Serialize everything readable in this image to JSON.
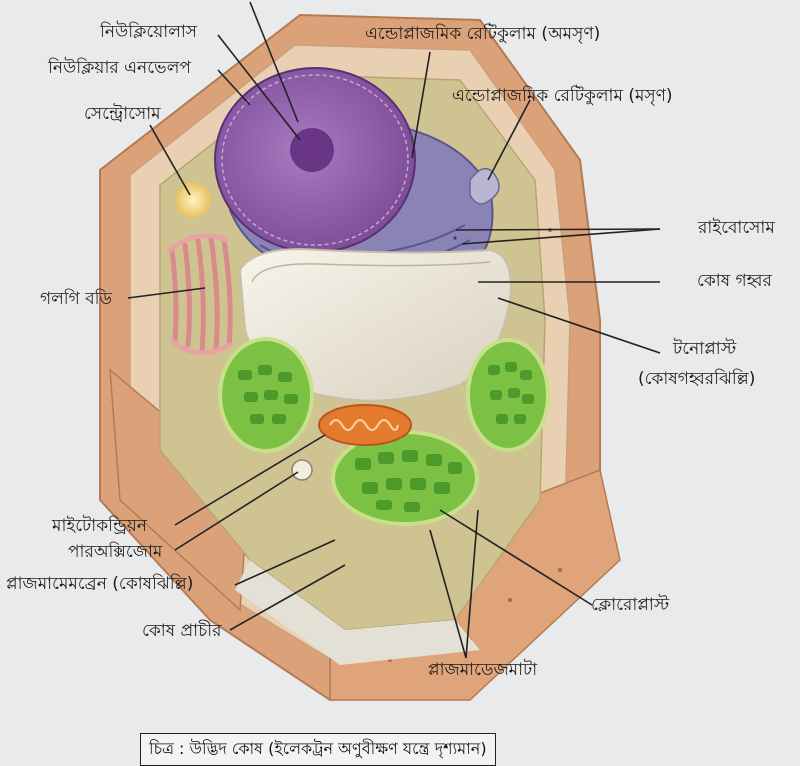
{
  "labels": {
    "nucleolus": "নিউক্লিয়োলাস",
    "nuclear_envelope": "নিউক্লিয়ার এনভেলপ",
    "centrosome": "সেন্ট্রোসোম",
    "golgi_body": "গলগি বডি",
    "mitochondria": "মাইটোকন্ড্রিয়ন",
    "peroxisome": "পারঅক্সিজোম",
    "plasma_membrane": "প্লাজমামেমব্রেন (কোষঝিল্লি)",
    "cell_wall": "কোষ প্রাচীর",
    "rough_er": "এন্ডোপ্লাজমিক রেটিকুলাম (অমসৃণ)",
    "smooth_er": "এন্ডোপ্লাজমিক রেটিকুলাম (মসৃণ)",
    "ribosome": "রাইবোসোম",
    "vacuole": "কোষ গহ্বর",
    "tonoplast": "টনোপ্লাস্ট",
    "tonoplast_note": "(কোষগহ্বরঝিল্লি)",
    "chloroplast": "ক্লোরোপ্লাস্ট",
    "plasmodesmata": "প্লাজমাডেজমাটা"
  },
  "caption": "চিত্র : উদ্ভিদ কোষ (ইলেকট্রন অণুবীক্ষণ যন্ত্রে দৃশ্যমান)",
  "colors": {
    "background": "#e9eaec",
    "cell_wall": "#dba27a",
    "cytoplasm": "#cfc392",
    "nucleus": "#9a64ad",
    "er": "#8a84b6",
    "vacuole": "#e9e3d6",
    "chloroplast": "#7cc143",
    "mitochondria": "#e47a2e",
    "golgi": "#e7a2a2"
  }
}
